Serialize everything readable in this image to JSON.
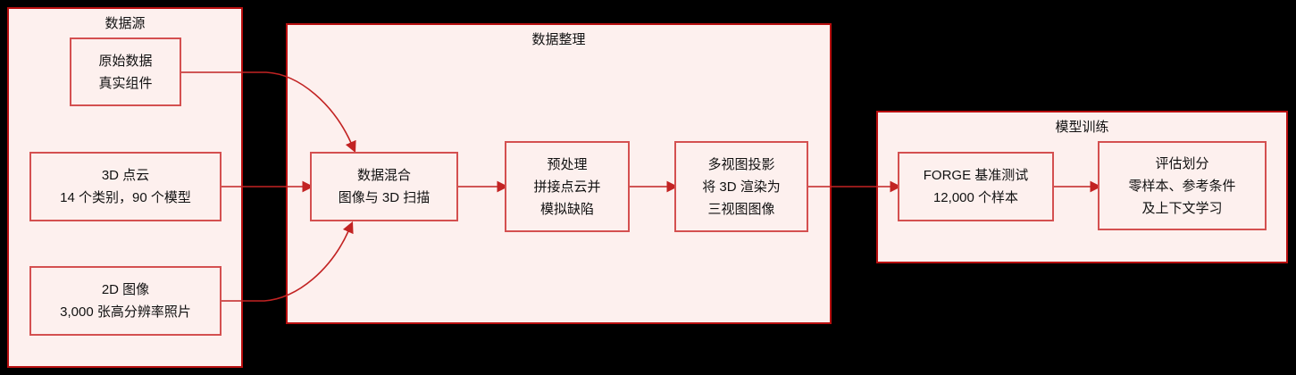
{
  "diagram": {
    "background": "#000000",
    "colors": {
      "cluster_fill": "#fdf0ee",
      "cluster_border": "#b80f0f",
      "node_fill": "#fdf0ee",
      "node_border": "#d45050",
      "arrow": "#c22323",
      "text": "#111111"
    },
    "groups": [
      {
        "id": "sources",
        "title": "数据源",
        "nodes": [
          {
            "id": "raw",
            "lines": [
              "原始数据",
              "真实组件"
            ]
          },
          {
            "id": "pointcloud",
            "lines": [
              "3D 点云",
              "14 个类别，90 个模型"
            ]
          },
          {
            "id": "images2d",
            "lines": [
              "2D 图像",
              "3,000 张高分辨率照片"
            ]
          }
        ]
      },
      {
        "id": "curation",
        "title": "数据整理",
        "nodes": [
          {
            "id": "mix",
            "lines": [
              "数据混合",
              "图像与 3D 扫描"
            ]
          },
          {
            "id": "preprocess",
            "lines": [
              "预处理",
              "拼接点云并",
              "模拟缺陷"
            ]
          },
          {
            "id": "projection",
            "lines": [
              "多视图投影",
              "将 3D 渲染为",
              "三视图图像"
            ]
          }
        ]
      },
      {
        "id": "training",
        "title": "模型训练",
        "nodes": [
          {
            "id": "forge",
            "lines": [
              "FORGE 基准测试",
              "12,000 个样本"
            ]
          },
          {
            "id": "eval",
            "lines": [
              "评估划分",
              "零样本、参考条件",
              "及上下文学习"
            ]
          }
        ]
      }
    ],
    "edges": [
      {
        "from": "raw",
        "to": "mix"
      },
      {
        "from": "pointcloud",
        "to": "mix"
      },
      {
        "from": "images2d",
        "to": "mix"
      },
      {
        "from": "mix",
        "to": "preprocess"
      },
      {
        "from": "preprocess",
        "to": "projection"
      },
      {
        "from": "projection",
        "to": "forge"
      },
      {
        "from": "forge",
        "to": "eval"
      }
    ]
  }
}
